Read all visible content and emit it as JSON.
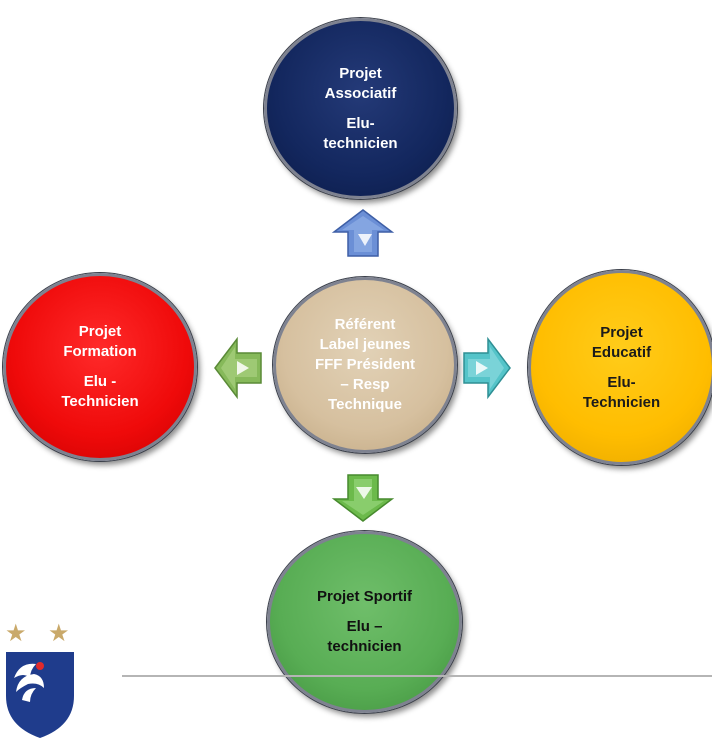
{
  "center": {
    "lines": [
      "Référent",
      "Label jeunes",
      "FFF Président",
      "– Resp",
      "Technique"
    ]
  },
  "top": {
    "title_lines": [
      "Projet",
      "Associatif"
    ],
    "sub_lines": [
      "Elu-",
      "technicien"
    ]
  },
  "left": {
    "title_lines": [
      "Projet",
      "Formation"
    ],
    "sub_lines": [
      "Elu -",
      "Technicien"
    ]
  },
  "right": {
    "title_lines": [
      "Projet",
      "Educatif"
    ],
    "sub_lines": [
      "Elu-",
      "Technicien"
    ]
  },
  "bottom": {
    "title_lines": [
      "Projet Sportif"
    ],
    "sub_lines": [
      "Elu –",
      "technicien"
    ]
  },
  "colors": {
    "top": "#13275e",
    "left": "#ef0a0a",
    "center": "#d6c09f",
    "right": "#ffbd00",
    "bottom": "#58ad54",
    "arrow_up": "#6b8fd6",
    "arrow_left": "#86b95a",
    "arrow_right": "#55c4c9",
    "arrow_down": "#6cba4b",
    "star": "#c9a96a"
  },
  "logo": {
    "icon": "fff-rooster-crest-icon",
    "stars": 2
  }
}
